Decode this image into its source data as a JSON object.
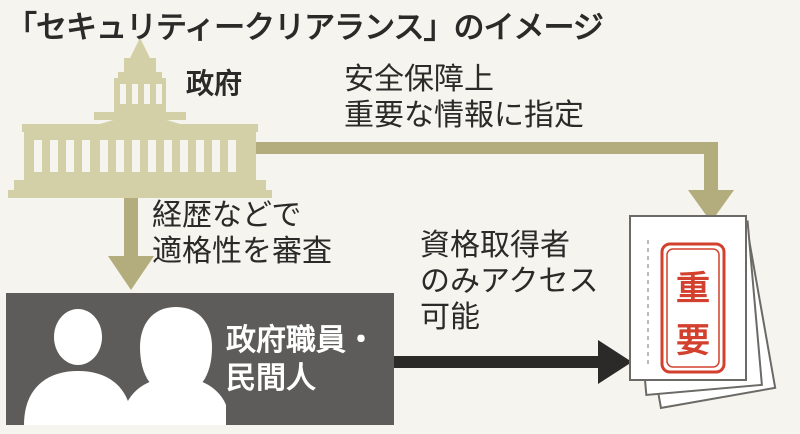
{
  "title": "「セキュリティークリアランス」のイメージ",
  "government": {
    "label": "政府"
  },
  "designation": {
    "lines": [
      "安全保障上",
      "重要な情報に指定"
    ]
  },
  "screening": {
    "lines": [
      "経歴などで",
      "適格性を審査"
    ]
  },
  "access": {
    "lines": [
      "資格取得者",
      "のみアクセス",
      "可能"
    ]
  },
  "staff": {
    "lines": [
      "政府職員・",
      "民間人"
    ]
  },
  "document": {
    "stamp_chars": [
      "重",
      "要"
    ]
  },
  "colors": {
    "olive": "#b3ac7c",
    "dark_band": "#5d5c5a",
    "building": "#d3cfa6",
    "stamp_red": "#d3402e",
    "text": "#2b2a28",
    "background": "#f5f4ee"
  }
}
